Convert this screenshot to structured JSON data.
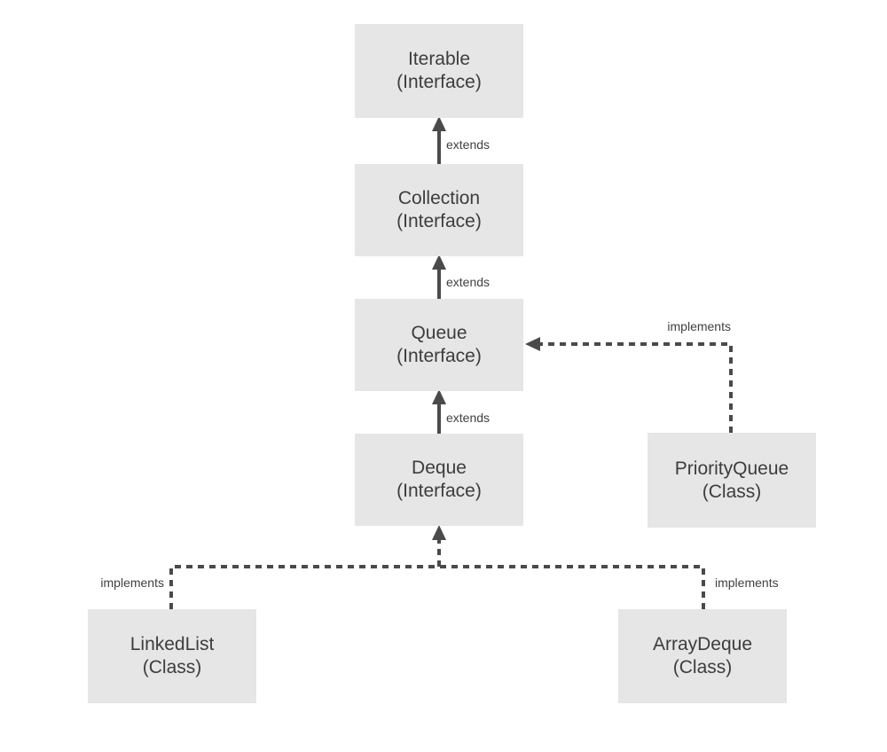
{
  "diagram": {
    "description": "Java collections hierarchy diagram",
    "colors": {
      "bg": "#ffffff",
      "box_fill": "#e6e6e6",
      "box_text": "#3d3d3d",
      "line": "#4a4a4a",
      "label_text": "#404040"
    },
    "nodes": {
      "iterable": {
        "title": "Iterable",
        "subtitle": "(Interface)"
      },
      "collection": {
        "title": "Collection",
        "subtitle": "(Interface)"
      },
      "queue": {
        "title": "Queue",
        "subtitle": "(Interface)"
      },
      "deque": {
        "title": "Deque",
        "subtitle": "(Interface)"
      },
      "priorityqueue": {
        "title": "PriorityQueue",
        "subtitle": "(Class)"
      },
      "linkedlist": {
        "title": "LinkedList",
        "subtitle": "(Class)"
      },
      "arraydeque": {
        "title": "ArrayDeque",
        "subtitle": "(Class)"
      }
    },
    "edges": {
      "collection_extends_iterable": {
        "label": "extends",
        "style": "solid-arrow"
      },
      "queue_extends_collection": {
        "label": "extends",
        "style": "solid-arrow"
      },
      "deque_extends_queue": {
        "label": "extends",
        "style": "solid-arrow"
      },
      "priorityqueue_implements_queue": {
        "label": "implements",
        "style": "dashed-arrow"
      },
      "linkedlist_implements_deque": {
        "label": "implements",
        "style": "dashed-arrow"
      },
      "arraydeque_implements_deque": {
        "label": "implements",
        "style": "dashed-arrow"
      }
    }
  }
}
